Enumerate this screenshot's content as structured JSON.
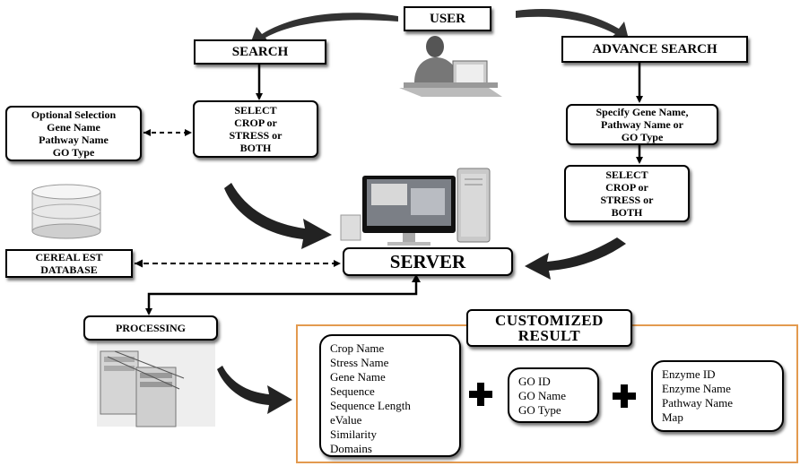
{
  "user": {
    "label": "USER"
  },
  "search": {
    "label": "SEARCH"
  },
  "advance_search": {
    "label": "ADVANCE SEARCH"
  },
  "optional_selection": {
    "lines": [
      "Optional Selection",
      "Gene Name",
      "Pathway Name",
      "GO Type"
    ]
  },
  "select_left": {
    "lines": [
      "SELECT",
      "CROP or",
      "STRESS or",
      "BOTH"
    ]
  },
  "specify": {
    "lines": [
      "Specify Gene Name,",
      "Pathway Name or",
      "GO Type"
    ]
  },
  "select_right": {
    "lines": [
      "SELECT",
      "CROP or",
      "STRESS or",
      "BOTH"
    ]
  },
  "database": {
    "lines": [
      "CEREAL EST",
      "DATABASE"
    ]
  },
  "server": {
    "label": "SERVER"
  },
  "processing": {
    "label": "PROCESSING"
  },
  "result": {
    "title_lines": [
      "CUSTOMIZED",
      "RESULT"
    ],
    "list1": [
      "Crop Name",
      "Stress Name",
      "Gene Name",
      "Sequence",
      "Sequence Length",
      "eValue",
      "Similarity",
      "Domains"
    ],
    "list2": [
      "GO ID",
      "GO Name",
      "GO Type"
    ],
    "list3": [
      "Enzyme ID",
      "Enzyme Name",
      "Pathway Name",
      "Map"
    ],
    "frame_color": "#e39a4f"
  }
}
